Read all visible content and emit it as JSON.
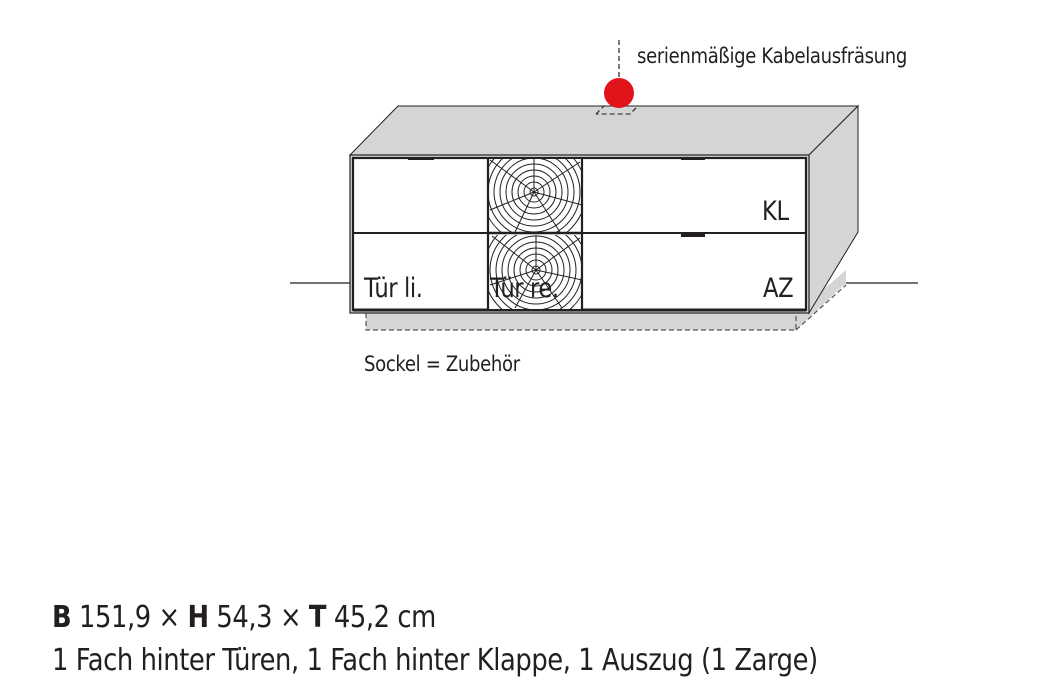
{
  "annotations": {
    "cable_cutout": "serienmäßige Kabelausfräsung",
    "plinth": "Sockel = Zubehör"
  },
  "panels": {
    "door_left": "Tür li.",
    "door_right": "Tür re.",
    "flap": "KL",
    "drawer": "AZ"
  },
  "dimensions": {
    "width_label": "B",
    "width_value": "151,9",
    "separator_1": "×",
    "height_label": "H",
    "height_value": "54,3",
    "separator_2": "×",
    "depth_label": "T",
    "depth_value": "45,2",
    "unit": "cm"
  },
  "description": "1 Fach hinter Türen, 1 Fach hinter Klappe, 1 Auszug (1 Zarge)",
  "colors": {
    "cable_marker": "#e2141b",
    "body_gray": "#d4d5d6",
    "line": "#231f20",
    "front_white": "#ffffff"
  }
}
